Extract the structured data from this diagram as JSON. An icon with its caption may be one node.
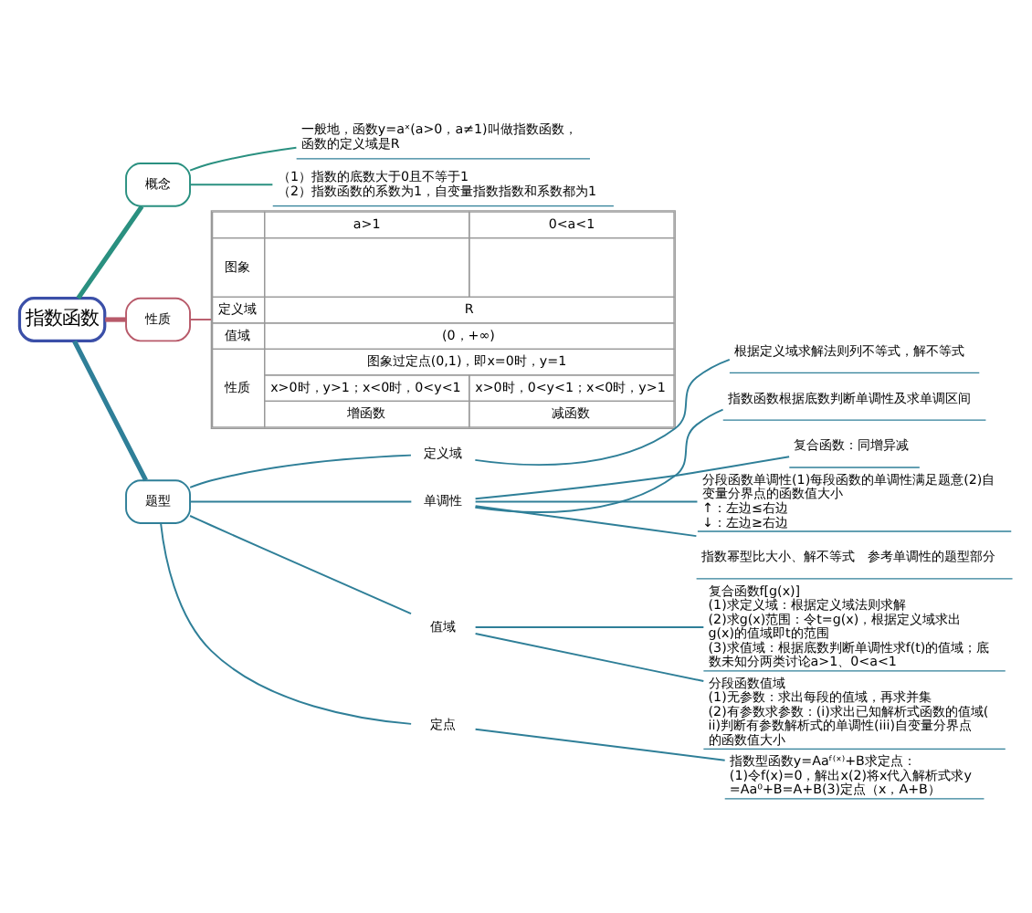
{
  "diagram": {
    "nodes": [
      {
        "text": [
          "指数函数"
        ]
      },
      {
        "text": [
          "概念"
        ]
      },
      {
        "text": [
          "一般地，函数y=aˣ(a>0，a≠1)叫做指数函数，函数的定义域是R"
        ]
      },
      {
        "text": [
          "（1）指数的底数大于0且不等于1",
          "（2）指数函数的系数为1，自变量指数指数和系数都为1"
        ]
      },
      {
        "text": [
          "性质"
        ]
      },
      {
        "text": [
          "a>1",
          "0<a<1",
          "图象",
          "定义域",
          "R",
          "值域",
          "(0，+∞)",
          "性质",
          "图象过定点(0,1)，即x=0时，y=1",
          "x>0时，y>1；x<0时，0<y<1",
          "x>0时，0<y<1；x<0时，y>1",
          "增函数",
          "减函数"
        ]
      },
      {
        "text": [
          "题型"
        ]
      },
      {
        "text": [
          "定义域"
        ]
      },
      {
        "text": [
          "根据定义域求解法则列不等式，解不等式"
        ]
      },
      {
        "text": [
          "单调性"
        ]
      },
      {
        "text": [
          "指数函数根据底数判断单调性及求单调区间"
        ]
      },
      {
        "text": [
          "复合函数：同增异减"
        ]
      },
      {
        "text": [
          "分段函数单调性(1)每段函数的单调性满足题意(2)自变量分界点的函数值大小",
          "↑：左边≤右边",
          "↓：左边≥右边"
        ]
      },
      {
        "text": [
          "指数幂型比大小、解不等式　参考单调性的题型部分"
        ]
      },
      {
        "text": [
          "值域"
        ]
      },
      {
        "text": [
          "复合函数f[g(x)]",
          "(1)求定义域：根据定义域法则求解",
          "(2)求g(x)范围：令t=g(x)，根据定义域求出g(x)的值域即t的范围",
          "(3)求值域：根据底数判断单调性求f(t)的值域；底数未知分两类讨论a>1、0<a<1"
        ]
      },
      {
        "text": [
          "分段函数值域",
          "(1)无参数：求出每段的值域，再求并集",
          "(2)有参数求参数：(i)求出已知解析式函数的值域(ii)判断有参数解析式的单调性(iii)自变量分界点的函数值大小"
        ]
      },
      {
        "text": [
          "定点"
        ]
      },
      {
        "text": [
          "指数型函数y=Aaᶠ⁽ˣ⁾+B求定点：",
          "(1)令f(x)=0，解出x(2)将x代入解析式求y=Aa⁰+B=A+B(3)定点（x，A+B）"
        ]
      }
    ],
    "edges": [
      {
        "from": 0,
        "to": 1,
        "arrow": "none",
        "color": "#2a9080",
        "style": "thick"
      },
      {
        "from": 0,
        "to": 4,
        "arrow": "none",
        "color": "#b85a6a",
        "style": "thick"
      },
      {
        "from": 0,
        "to": 6,
        "arrow": "none",
        "style": "thick"
      },
      {
        "from": 1,
        "to": 2,
        "arrow": "none",
        "color": "#2a9080"
      },
      {
        "from": 1,
        "to": 3,
        "arrow": "none",
        "color": "#2a9080"
      },
      {
        "from": 4,
        "to": 5,
        "arrow": "none",
        "color": "#b85a6a"
      },
      {
        "from": 6,
        "to": 7,
        "arrow": "none"
      },
      {
        "from": 6,
        "to": 9,
        "arrow": "none"
      },
      {
        "from": 6,
        "to": 14,
        "arrow": "none"
      },
      {
        "from": 6,
        "to": 17,
        "arrow": "none"
      },
      {
        "from": 7,
        "to": 8,
        "arrow": "none"
      },
      {
        "from": 9,
        "to": 10,
        "arrow": "none"
      },
      {
        "from": 9,
        "to": 11,
        "arrow": "none"
      },
      {
        "from": 9,
        "to": 12,
        "arrow": "none"
      },
      {
        "from": 9,
        "to": 13,
        "arrow": "none"
      },
      {
        "from": 14,
        "to": 15,
        "arrow": "none"
      },
      {
        "from": 14,
        "to": 16,
        "arrow": "none"
      },
      {
        "from": 17,
        "to": 18,
        "arrow": "none"
      }
    ]
  }
}
